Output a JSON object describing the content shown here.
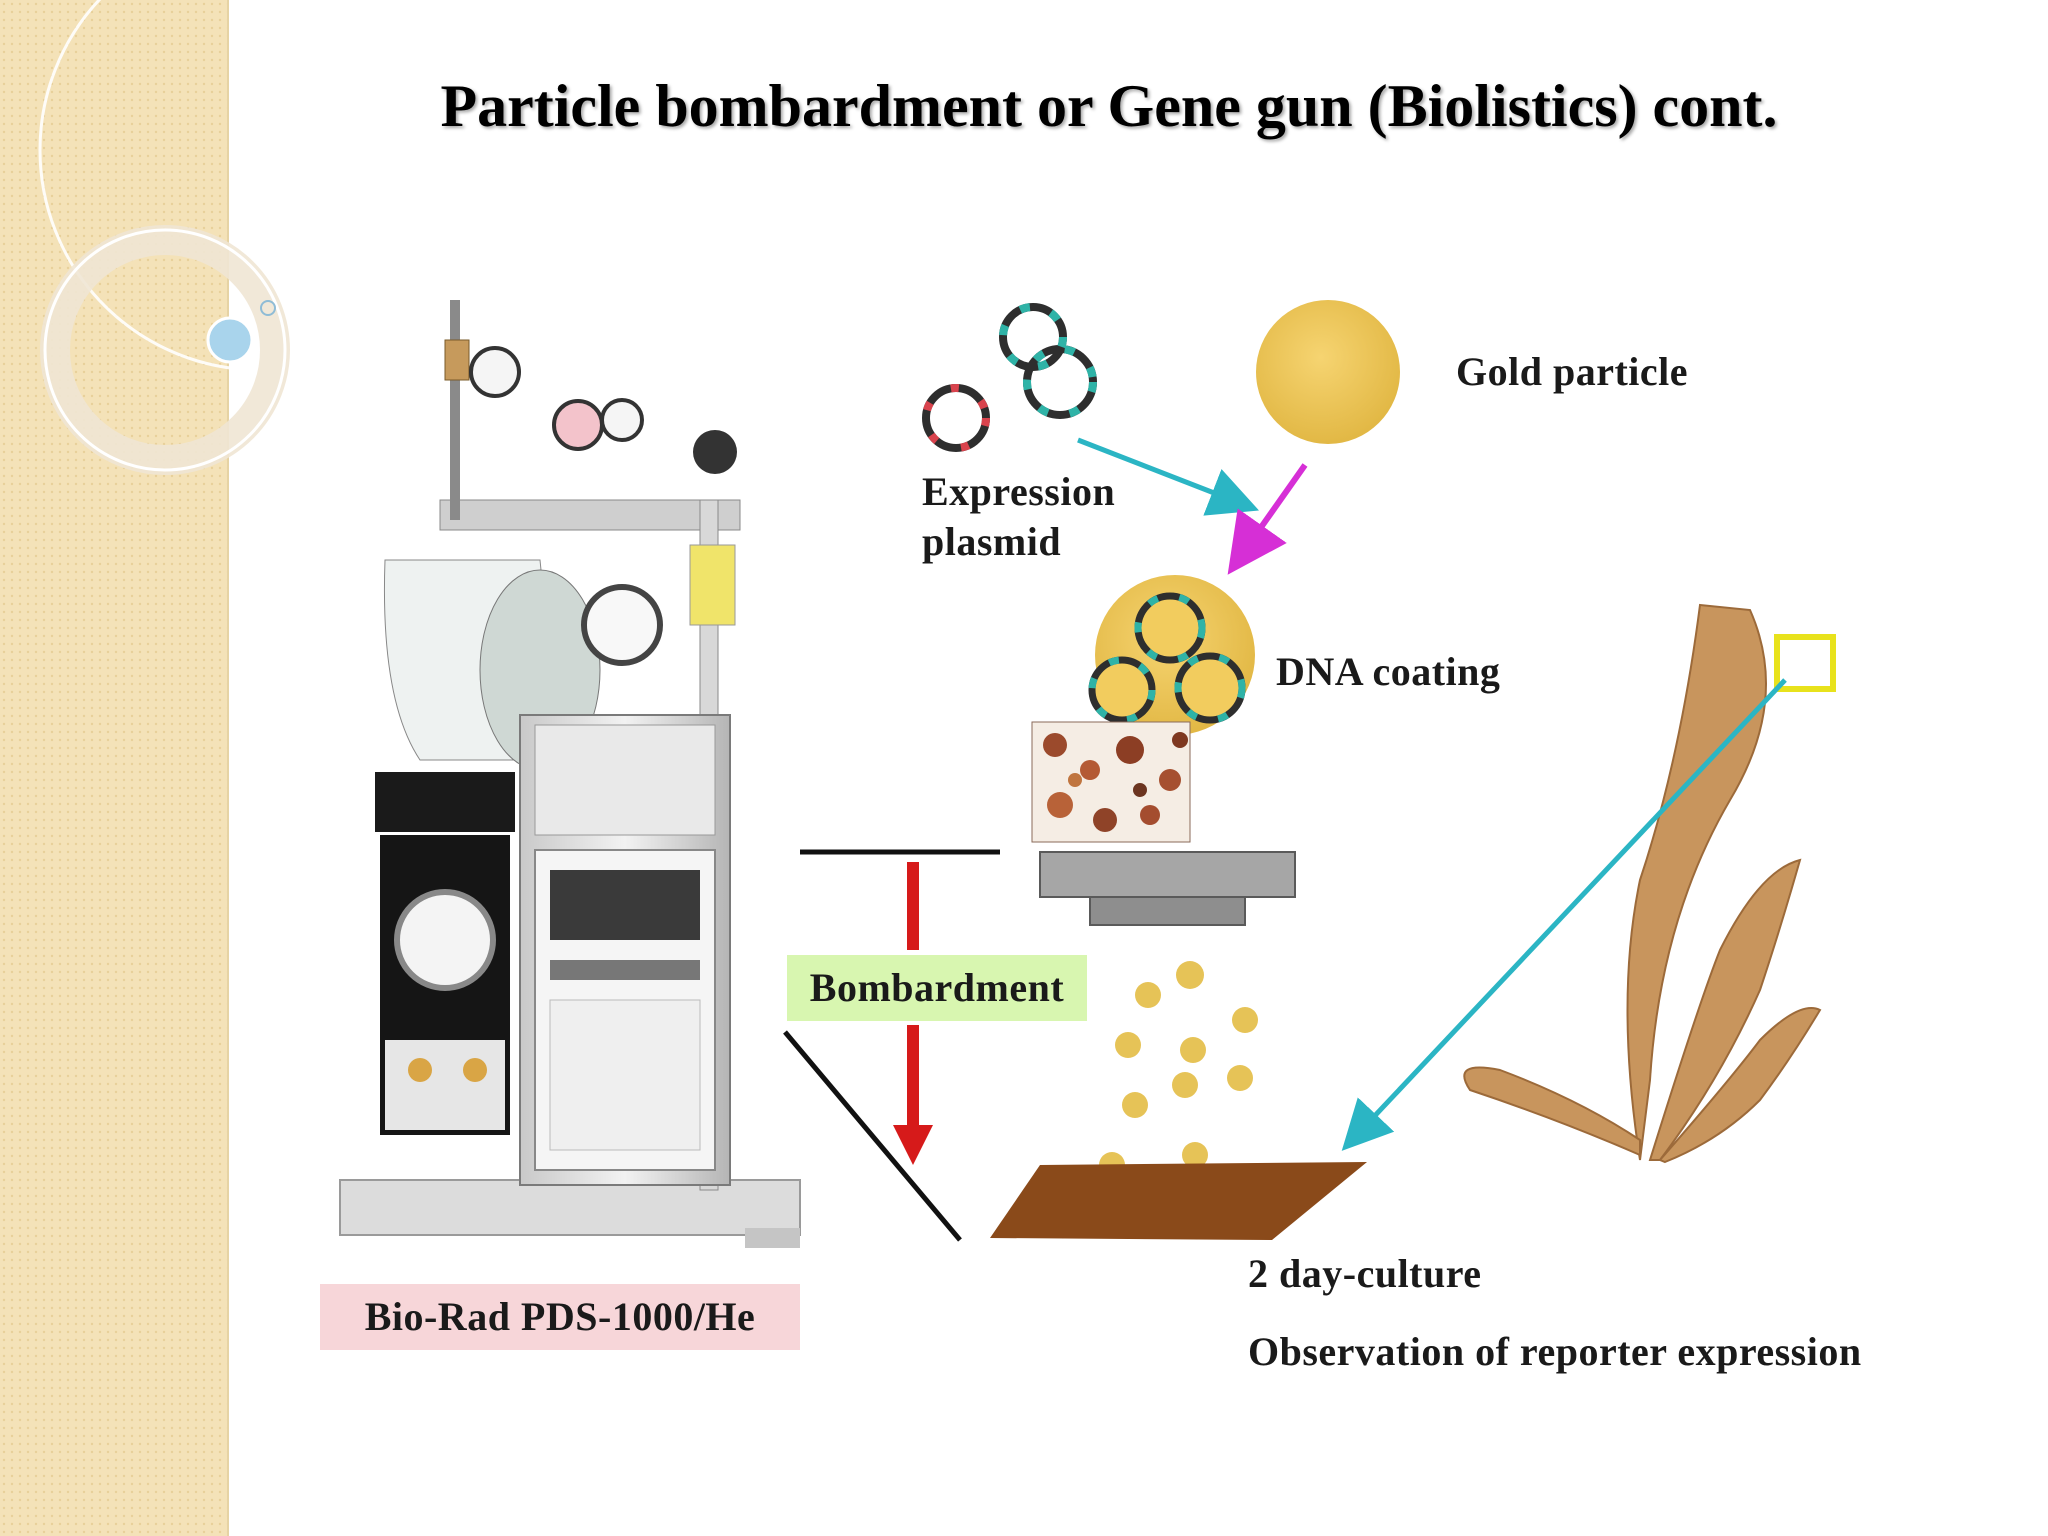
{
  "slide": {
    "title": "Particle bombardment or Gene gun (Biolistics) cont.",
    "theme_colors": {
      "sidebar": "#f4e2b8",
      "accent_circle": "#a9d4ec",
      "arrow_cyan": "#2bb5c4",
      "arrow_magenta": "#d62fd6",
      "arrow_red": "#d61a1a"
    }
  },
  "diagram": {
    "labels": {
      "gold_particle": "Gold particle",
      "expression_plasmid_1": "Expression",
      "expression_plasmid_2": "plasmid",
      "dna_coating": "DNA coating",
      "bombardment": "Bombardment",
      "device": "Bio-Rad  PDS-1000/He",
      "culture": "2 day-culture",
      "observation": "Observation  of reporter  expression"
    }
  }
}
